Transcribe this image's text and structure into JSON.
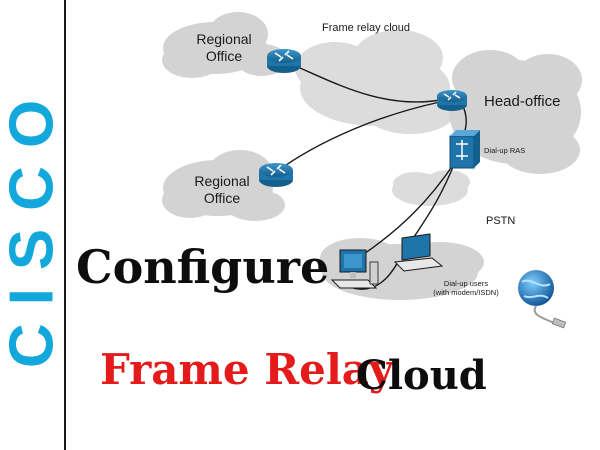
{
  "side": {
    "brand": "CISCO",
    "color": "#12a8dc"
  },
  "diagram": {
    "cloud_label": "Frame relay cloud",
    "regional_top": [
      "Regional",
      "Office"
    ],
    "regional_bottom": [
      "Regional",
      "Office"
    ],
    "head_office": "Head-office",
    "ras": "Dial-up RAS",
    "pstn": "PSTN",
    "users": [
      "Dial-up users",
      "(with modem/ISDN)"
    ]
  },
  "title": {
    "line1": "Configure",
    "line2_highlight": "Frame Relay",
    "line2_rest": "Cloud",
    "highlight_color": "#e51a1a"
  },
  "colors": {
    "router": "#1f74a9",
    "cloud": "#d3d3d3"
  }
}
